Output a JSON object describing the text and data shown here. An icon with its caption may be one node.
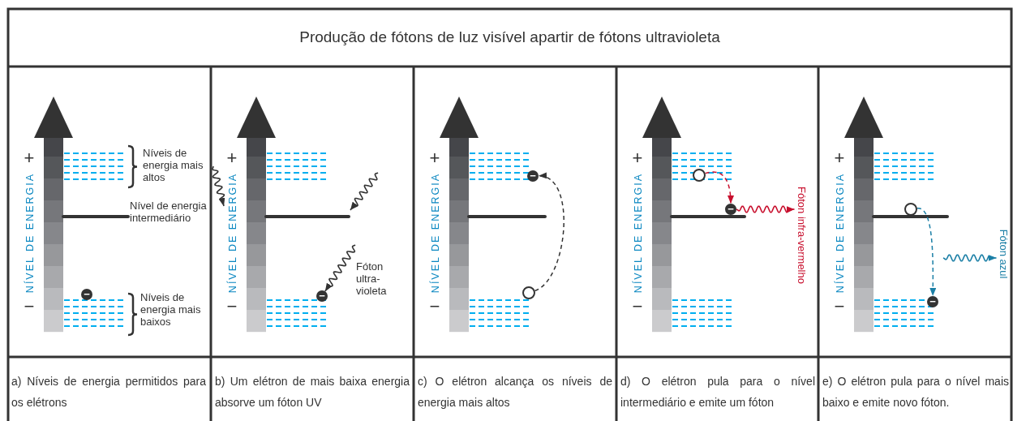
{
  "diagram": {
    "title": "Produção de fótons de luz visível apartir de fótons ultravioleta",
    "nodes": [
      {
        "text": [
          "−"
        ]
      },
      {
        "text": [
          "−"
        ]
      },
      {
        "text": [],
        "shape": "circle"
      },
      {
        "text": [
          "−"
        ]
      },
      {
        "text": [],
        "shape": "circle"
      },
      {
        "text": [
          "−"
        ]
      },
      {
        "text": [
          "Fóton infra-vermelho"
        ]
      },
      {
        "text": [],
        "shape": "circle"
      },
      {
        "text": [
          "−"
        ]
      },
      {
        "text": [
          "Fóton azul"
        ]
      }
    ],
    "edges": [
      {
        "from": null,
        "to": 1,
        "arrow": "to"
      },
      {
        "from": 2,
        "to": 3,
        "arrow": "to",
        "style": "dashed"
      },
      {
        "from": 4,
        "to": 5,
        "arrow": "to",
        "style": "dashed",
        "color": "#c8102e"
      },
      {
        "from": 5,
        "to": 6,
        "arrow": "to",
        "color": "#c8102e"
      },
      {
        "from": 7,
        "to": 8,
        "arrow": "to",
        "style": "dashed",
        "color": "#1b7fa6"
      },
      {
        "from": null,
        "to": 9,
        "arrow": "to",
        "color": "#1b7fa6"
      }
    ],
    "labels": [
      "+",
      "−",
      "NÍVEL DE ENERGIA",
      "Níveis de energia mais altos",
      "Nível de energia intermediário",
      "Níveis de energia mais baixos",
      "+",
      "−",
      "NÍVEL DE ENERGIA",
      "Fóton ultra-violeta",
      "+",
      "−",
      "NÍVEL DE ENERGIA",
      "+",
      "−",
      "NÍVEL DE ENERGIA",
      "+",
      "−",
      "NÍVEL DE ENERGIA",
      "a) Níveis de energia permitidos para os elétrons",
      "b) Um elétron de mais baixa energia absorve um fóton UV",
      "c) O elétron alcança os níveis de energia mais altos",
      "d) O elétron pula para o nível intermediário e emite um fóton",
      "e) O elétron pula para o nível mais baixo e emite novo fóton."
    ]
  }
}
